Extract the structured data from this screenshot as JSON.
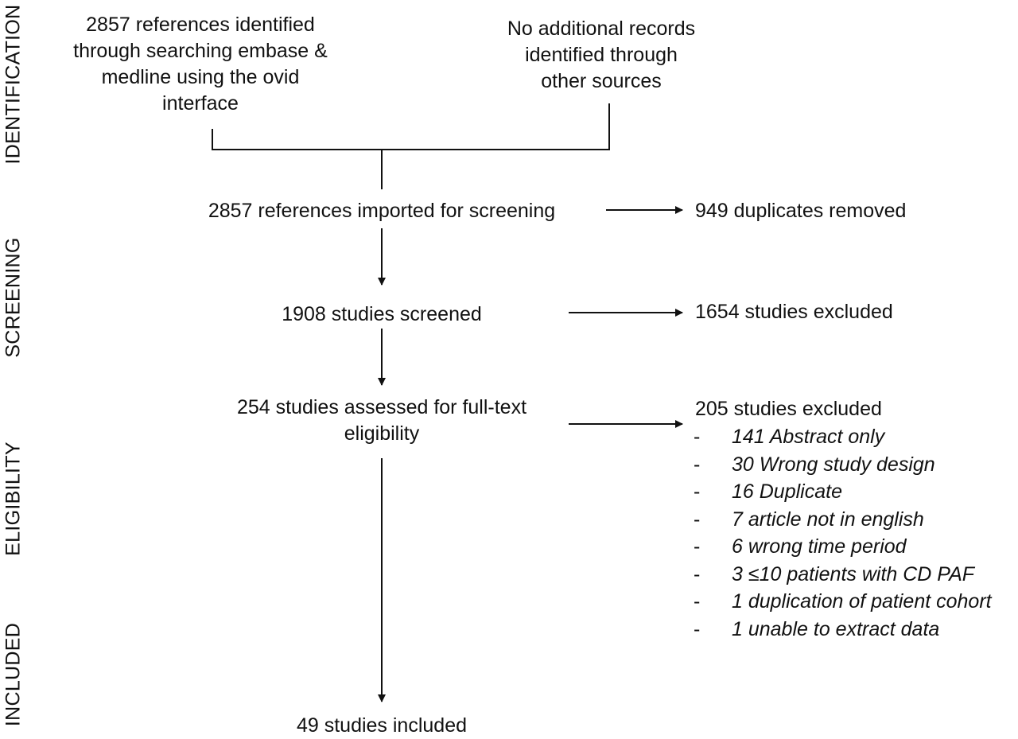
{
  "stages": {
    "identification": "IDENTIFICATION",
    "screening": "SCREENING",
    "eligibility": "ELIGIBILITY",
    "included": "INCLUDED"
  },
  "identification": {
    "database_search": [
      "2857 references identified",
      "through searching embase &",
      "medline using the ovid",
      "interface"
    ],
    "other_sources": [
      "No additional records",
      "identified through",
      "other sources"
    ]
  },
  "screening": {
    "imported": "2857 references imported for screening",
    "duplicates_removed": "949 duplicates removed",
    "screened": "1908 studies screened",
    "screened_excluded": "1654 studies excluded"
  },
  "eligibility": {
    "assessed": [
      "254 studies assessed for full-text",
      "eligibility"
    ],
    "excluded_title": "205 studies excluded",
    "bullet": "-",
    "excluded_reasons": [
      "141 Abstract only",
      "30 Wrong study design",
      "16 Duplicate",
      "7 article not in english",
      "6 wrong time period",
      "3 ≤10 patients with CD PAF",
      "1 duplication of patient cohort",
      "1 unable to extract data"
    ]
  },
  "included": {
    "final": "49 studies included"
  }
}
